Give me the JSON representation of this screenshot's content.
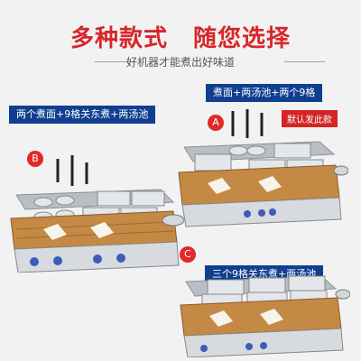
{
  "header": {
    "title_left": "多种款式",
    "title_right": "随您选择",
    "subtitle": "好机器才能煮出好味道"
  },
  "models": [
    {
      "badge": "B",
      "caption": "两个煮面+9格关东煮+两汤池"
    },
    {
      "badge": "A",
      "caption": "煮面+两汤池+两个9格",
      "tag": "默认发此款"
    },
    {
      "badge": "C",
      "caption": "三个9格关东煮+两汤池"
    }
  ],
  "colors": {
    "accent_red": "#d8262b",
    "caption_blue": "#0f3f8e",
    "wood": "#c48a45",
    "steel": "#c8ccd2"
  }
}
